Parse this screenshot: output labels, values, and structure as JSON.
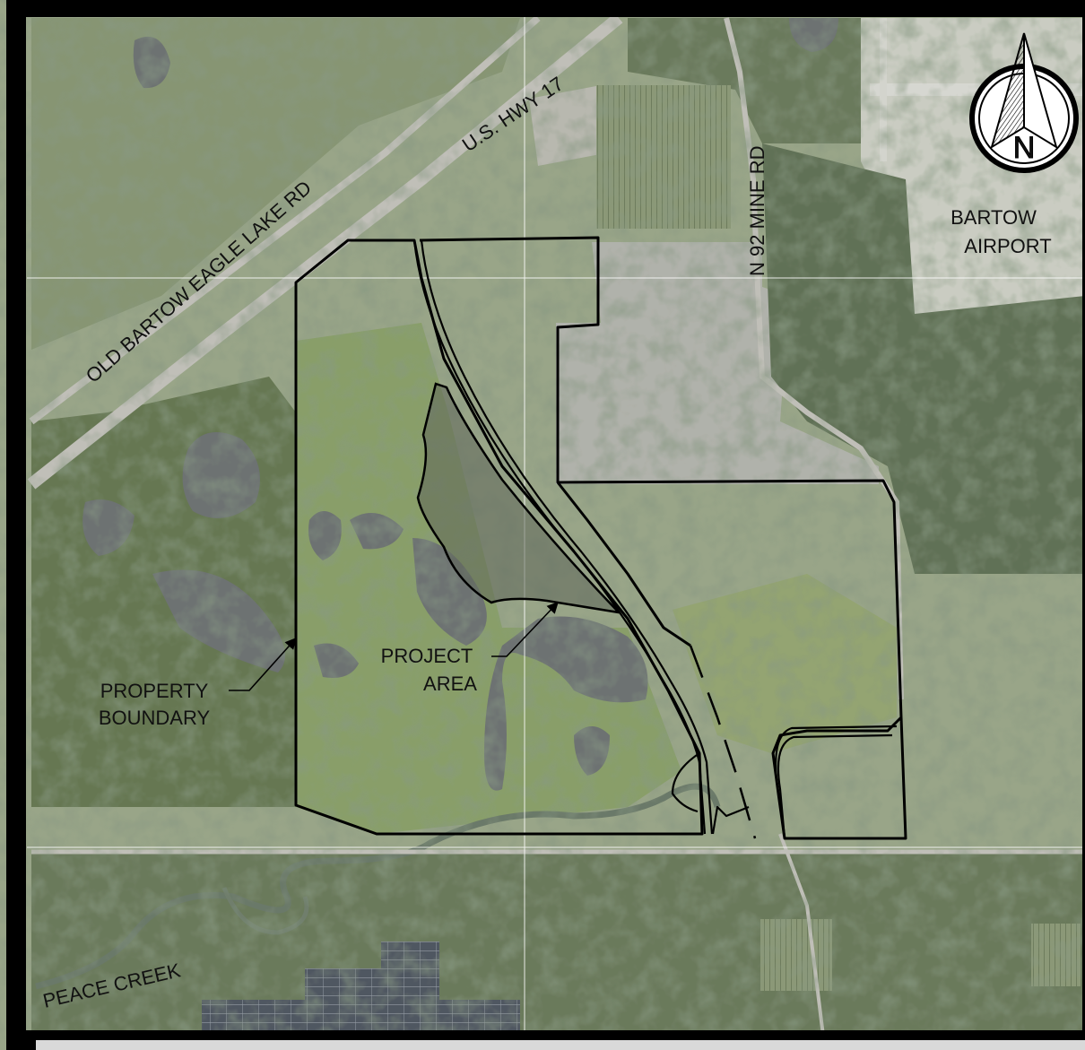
{
  "labels": {
    "old_bartow_eagle_lake_rd": "OLD BARTOW EAGLE LAKE RD",
    "us_hwy_17": "U.S. HWY 17",
    "n_92_mine_rd": "N 92 MINE RD",
    "bartow_line1": "BARTOW",
    "bartow_line2": "AIRPORT",
    "property_line1": "PROPERTY",
    "property_line2": "BOUNDARY",
    "project_line1": "PROJECT",
    "project_line2": "AREA",
    "peace_creek": "PEACE CREEK",
    "north": "N"
  },
  "colors": {
    "ground": "#8e9b7b",
    "forest": "#4f6143",
    "wetland": "#7c9458",
    "water": "#5d6363",
    "road": "#b9b8b0",
    "urban": "#a8aaa2",
    "outline": "#000000"
  }
}
